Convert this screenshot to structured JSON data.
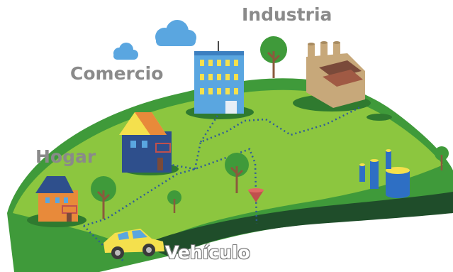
{
  "labels": {
    "industria": "Industria",
    "comercio": "Comercio",
    "hogar": "Hogar",
    "vehiculo": "Vehículo"
  },
  "colors": {
    "grass_light": "#8cc63f",
    "grass_dark": "#3f9a3a",
    "road": "#1f4d2a",
    "network_dots": "#2e5b9a",
    "cloud": "#5aa6e0",
    "car": "#f4e04d",
    "tank_top": "#f4e04d",
    "tank_body": "#2e6fc4",
    "label_text": "#8a8a8a"
  }
}
